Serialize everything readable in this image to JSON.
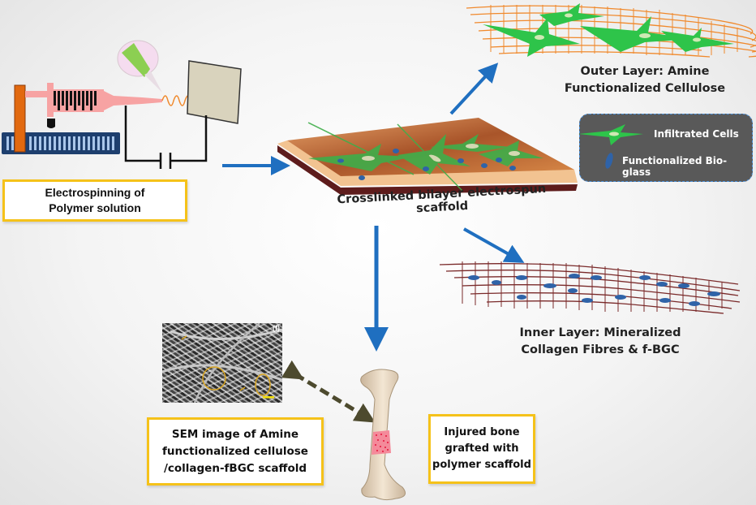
{
  "figure": {
    "electrospinning_caption": [
      "Electrospinning of",
      "Polymer solution"
    ],
    "scaffold_label": "Crosslinked bilayer electrospun scaffold",
    "outer_layer_label": [
      "Outer Layer: Amine",
      "Functionalized  Cellulose"
    ],
    "inner_layer_label": [
      "Inner Layer: Mineralized",
      "Collagen Fibres & f-BGC"
    ],
    "legend": {
      "items": [
        {
          "icon": "cell-icon",
          "label": "Infiltrated Cells"
        },
        {
          "icon": "bioglass-icon",
          "label": "Functionalized Bio-glass"
        }
      ]
    },
    "sem_caption": [
      "SEM image of Amine",
      "functionalized  cellulose",
      "/collagen-fBGC scaffold"
    ],
    "sem_panel_tag": "(f)",
    "bone_caption": [
      "Injured bone",
      "grafted with",
      "polymer scaffold"
    ]
  },
  "colors": {
    "arrow_blue": "#1f6fc0",
    "caption_border": "#f5c21a",
    "outer_fibre": "#f0892c",
    "inner_fibre": "#7a2a2a",
    "cell_green": "#2ec44a",
    "bioglass_blue": "#2f63a8",
    "legend_bg": "#595959",
    "dashed_arrow": "#4d4a2e",
    "graft_pink": "#f48a9a"
  }
}
